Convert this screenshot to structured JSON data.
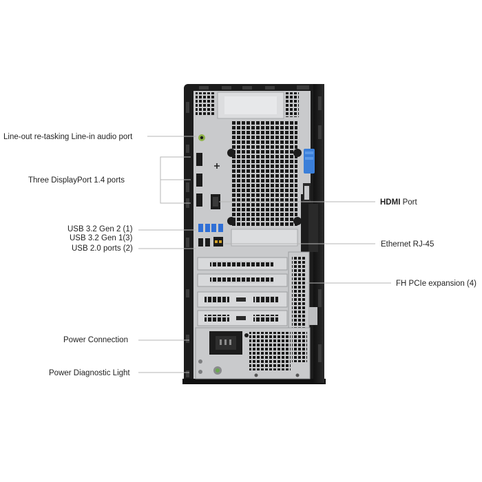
{
  "labels": {
    "line_audio": "Line-out re-tasking Line-in audio port",
    "displayport": "Three DisplayPort 1.4 ports",
    "usb_gen2": "USB 3.2 Gen 2 (1)",
    "usb_gen1": "USB 3.2 Gen 1(3)",
    "usb_20": "USB 2.0 ports (2)",
    "power_connection": "Power Connection",
    "power_diag": "Power Diagnostic Light",
    "hdmi_bold": "HDMI",
    "hdmi_rest": " Port",
    "ethernet": "Ethernet RJ-45",
    "pcie": "FH PCIe expansion (4)"
  },
  "colors": {
    "chassis": "#1c1c1c",
    "panel": "#c9cacc",
    "panel_light": "#dcdddf",
    "usb_blue": "#2f6fd6",
    "latch_blue": "#3b7fd9",
    "leader": "#b5b5b5",
    "audio_green": "#8fb34a"
  },
  "icons": {
    "audio_port": "audio-jack-icon",
    "displayport": "displayport-icon",
    "hdmi": "hdmi-port-icon",
    "usb": "usb-port-icon",
    "ethernet": "ethernet-port-icon",
    "power": "power-socket-icon",
    "diag_light": "diagnostic-led-icon"
  }
}
